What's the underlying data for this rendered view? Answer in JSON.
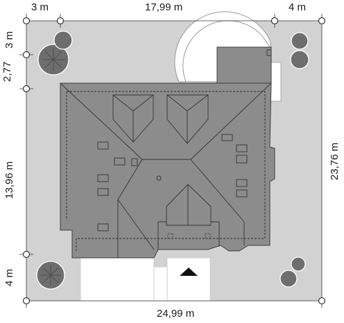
{
  "dimensions": {
    "top_left": "3 m",
    "top_middle": "17,99 m",
    "top_right": "4 m",
    "bottom": "24,99 m",
    "left_top": "3 m",
    "left_second": "2,77",
    "left_middle": "13,96 m",
    "left_bottom": "4 m",
    "right": "23,76 m"
  },
  "colors": {
    "plot": "#d2d2d2",
    "roof": "#8c8c8c",
    "roof_edge": "#3c3c3c",
    "tree": "#6e6e6e",
    "paving": "#ffffff",
    "entrance_arrow": "#111111"
  },
  "icons": {
    "entrance": "entrance-arrow-icon",
    "survey_marker": "survey-point-icon",
    "tree": "tree-icon"
  }
}
